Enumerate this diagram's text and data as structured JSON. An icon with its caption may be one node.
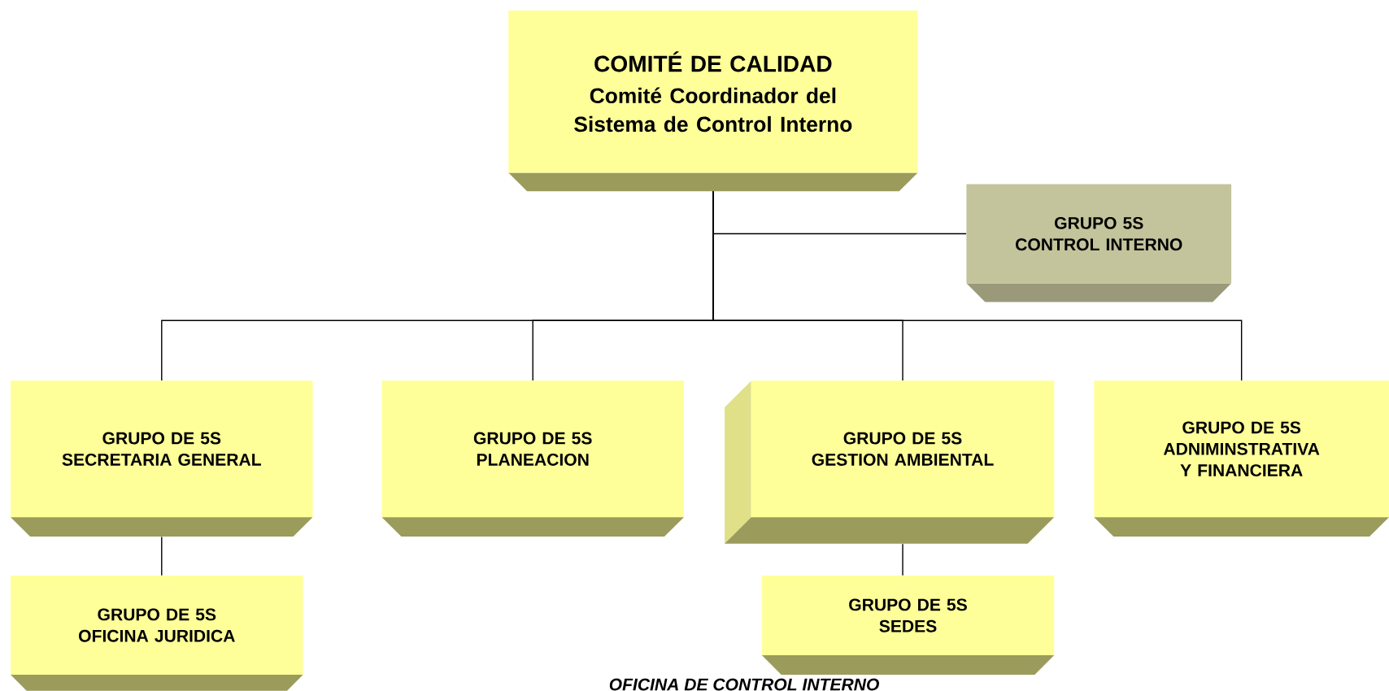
{
  "diagram": {
    "caption": "OFICINA DE CONTROL INTERNO",
    "nodes": [
      {
        "text": [
          "COMITÉ DE CALIDAD",
          "Comité Coordinador del Sistema de Control Interno"
        ]
      },
      {
        "text": [
          "GRUPO 5S",
          "CONTROL INTERNO"
        ]
      },
      {
        "text": [
          "GRUPO DE 5S",
          "SECRETARIA GENERAL"
        ]
      },
      {
        "text": [
          "GRUPO DE 5S",
          "PLANEACION"
        ]
      },
      {
        "text": [
          "GRUPO DE 5S",
          "GESTION AMBIENTAL"
        ]
      },
      {
        "text": [
          "GRUPO DE 5S",
          "ADNIMINSTRATIVA Y FINANCIERA"
        ]
      },
      {
        "text": [
          "GRUPO DE 5S",
          "OFICINA JURIDICA"
        ]
      },
      {
        "text": [
          "GRUPO DE 5S",
          "SEDES"
        ]
      }
    ],
    "edges": [
      {
        "from": 0,
        "to": 1,
        "arrow": "none"
      },
      {
        "from": 0,
        "to": 2,
        "arrow": "none"
      },
      {
        "from": 0,
        "to": 3,
        "arrow": "none"
      },
      {
        "from": 0,
        "to": 4,
        "arrow": "none"
      },
      {
        "from": 0,
        "to": 5,
        "arrow": "none"
      },
      {
        "from": 2,
        "to": 6,
        "arrow": "none"
      },
      {
        "from": 4,
        "to": 7,
        "arrow": "none"
      }
    ]
  }
}
